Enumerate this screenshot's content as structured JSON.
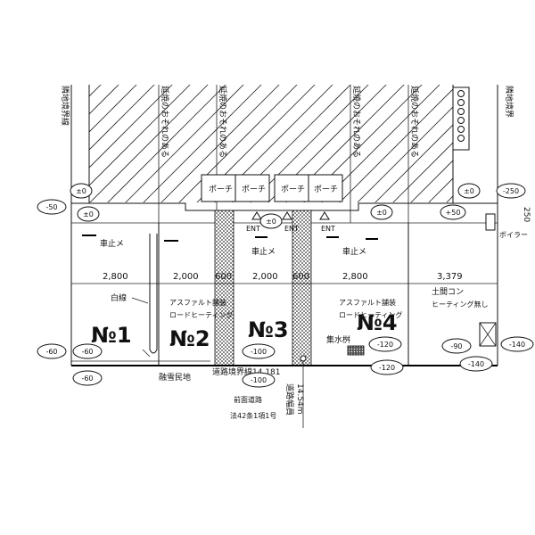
{
  "plan": {
    "boundary_label": "隣地境界線",
    "boundary_label_right": "隣地境界",
    "fire_line_label": "延焼のおそれのある",
    "porch_label": "ポーチ",
    "ent_label": "ENT",
    "stopper_label": "車止メ",
    "white_line_label": "白線",
    "paving_label": "アスファルト舗装",
    "heating_label": "ロードヒーティング",
    "earth_floor_label": "土間コン",
    "no_heating_label": "ヒーティング無し",
    "boiler_label": "ボイラー",
    "drain_label": "集水桝",
    "snow_label": "融雪民地",
    "road_boundary_label": "道路境界線14.181",
    "road_width_label": "道路幅員",
    "road_width_value": "14.54m",
    "front_road_label": "前面道路",
    "front_road_law": "法42条1項1号",
    "side_number": "250",
    "lot1": "№1",
    "lot2": "№2",
    "lot3": "№3",
    "lot4": "№4"
  },
  "levels": {
    "pm0": "±0",
    "m50": "-50",
    "m250": "-250",
    "p50": "+50",
    "m60": "-60",
    "m90": "-90",
    "m100": "-100",
    "m120": "-120",
    "m140": "-140"
  },
  "dims": {
    "d1": "2,800",
    "d2": "2,000",
    "d3": "600",
    "d4": "2,000",
    "d5": "600",
    "d6": "2,800",
    "d7": "3,379"
  }
}
